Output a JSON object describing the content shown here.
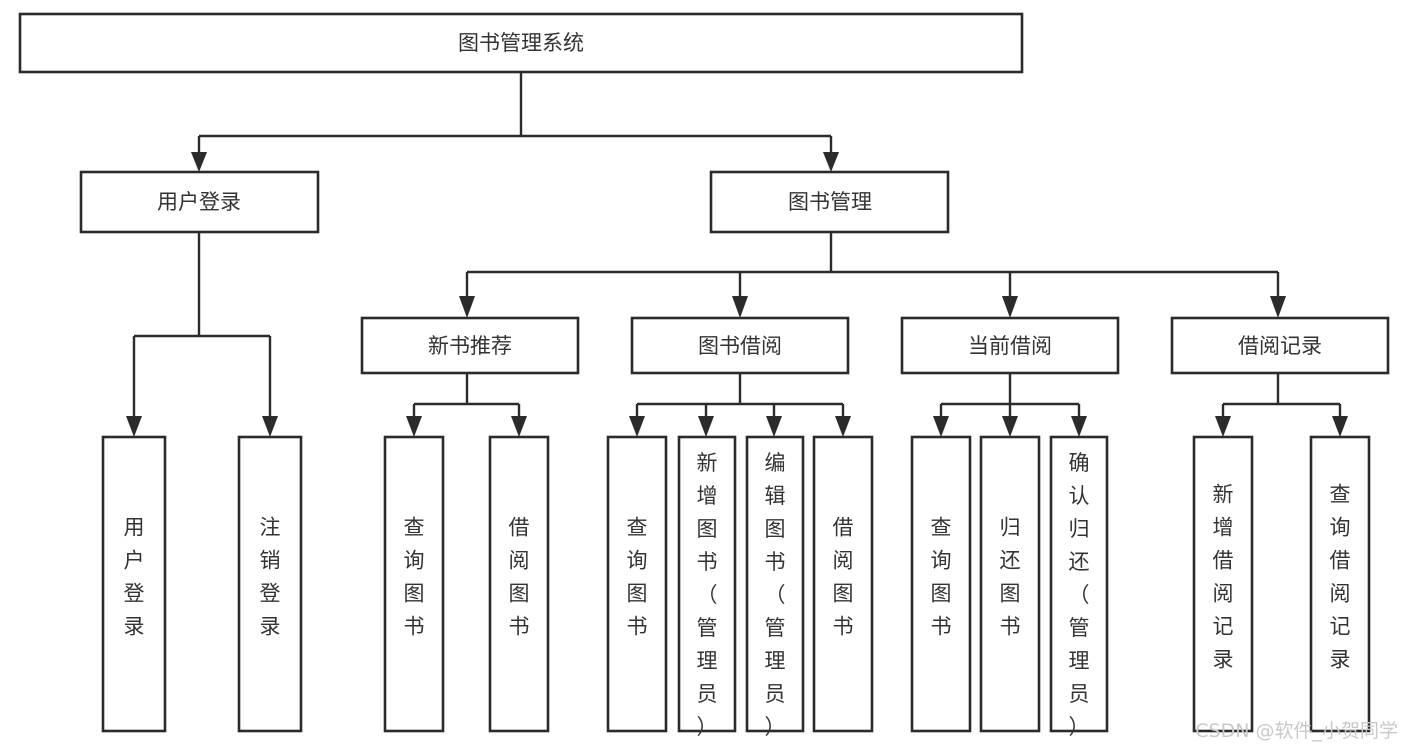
{
  "diagram": {
    "type": "tree-hierarchy-flowchart",
    "title": "图书管理系统",
    "root": {
      "id": "root",
      "label": "图书管理系统"
    },
    "level2": [
      {
        "id": "user-login",
        "label": "用户登录"
      },
      {
        "id": "book-manage",
        "label": "图书管理"
      }
    ],
    "level3": [
      {
        "id": "new-book-recommend",
        "label": "新书推荐",
        "parent": "book-manage"
      },
      {
        "id": "book-borrow",
        "label": "图书借阅",
        "parent": "book-manage"
      },
      {
        "id": "current-borrow",
        "label": "当前借阅",
        "parent": "book-manage"
      },
      {
        "id": "borrow-record",
        "label": "借阅记录",
        "parent": "book-manage"
      }
    ],
    "leaves": [
      {
        "id": "leaf-user-login",
        "label": "用户登录",
        "parent": "user-login"
      },
      {
        "id": "leaf-logout",
        "label": "注销登录",
        "parent": "user-login"
      },
      {
        "id": "leaf-query-book-1",
        "label": "查询图书",
        "parent": "new-book-recommend"
      },
      {
        "id": "leaf-borrow-book-1",
        "label": "借阅图书",
        "parent": "new-book-recommend"
      },
      {
        "id": "leaf-query-book-2",
        "label": "查询图书",
        "parent": "book-borrow"
      },
      {
        "id": "leaf-add-book",
        "label": "新增图书（管理员）",
        "parent": "book-borrow"
      },
      {
        "id": "leaf-edit-book",
        "label": "编辑图书（管理员）",
        "parent": "book-borrow"
      },
      {
        "id": "leaf-borrow-book-2",
        "label": "借阅图书",
        "parent": "book-borrow"
      },
      {
        "id": "leaf-query-book-3",
        "label": "查询图书",
        "parent": "current-borrow"
      },
      {
        "id": "leaf-return-book",
        "label": "归还图书",
        "parent": "current-borrow"
      },
      {
        "id": "leaf-confirm-return",
        "label": "确认归还（管理员）",
        "parent": "current-borrow"
      },
      {
        "id": "leaf-add-record",
        "label": "新增借阅记录",
        "parent": "borrow-record"
      },
      {
        "id": "leaf-query-record",
        "label": "查询借阅记录",
        "parent": "borrow-record"
      }
    ],
    "colors": {
      "box_stroke": "#2b2b2b",
      "box_fill": "#ffffff",
      "text": "#333333",
      "background": "#ffffff",
      "watermark": "#c9c9c9"
    }
  },
  "watermark": {
    "text": "CSDN @软件_小贺同学"
  }
}
